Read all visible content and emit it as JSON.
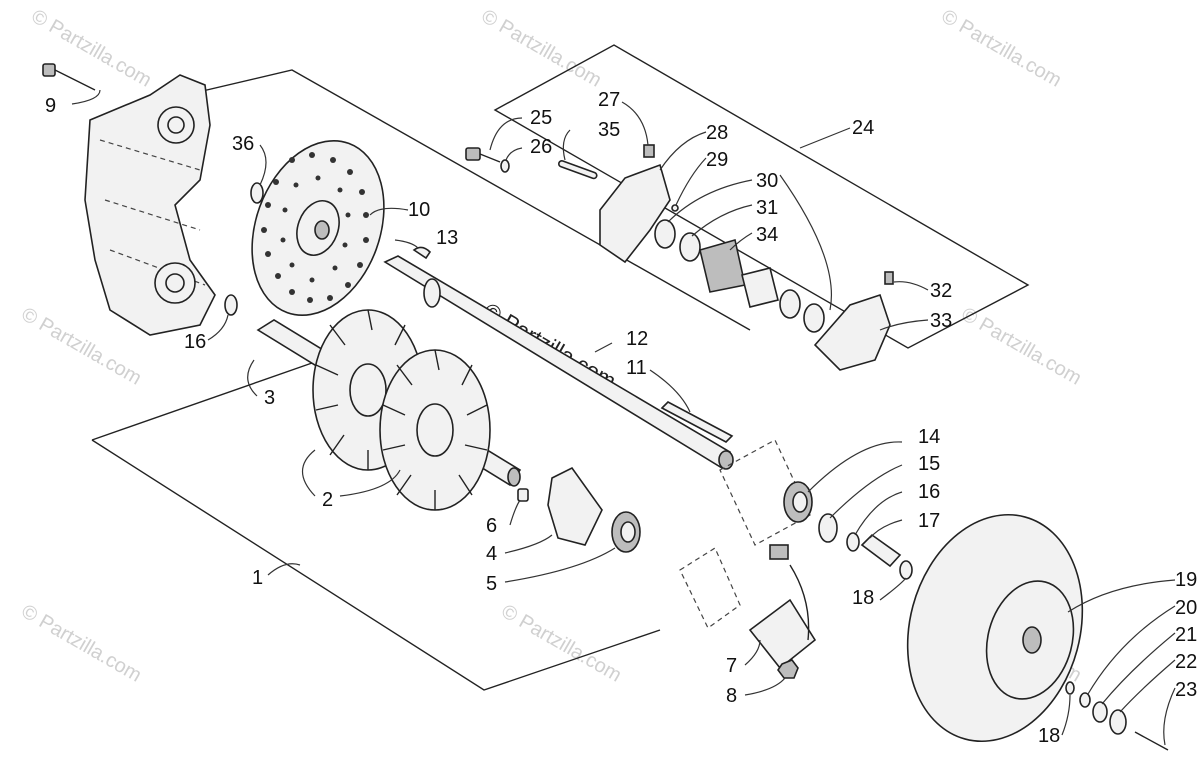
{
  "watermark": {
    "corner_text": "© Partzilla.com",
    "center_text": "© Partzilla.com"
  },
  "callouts": [
    "1",
    "2",
    "3",
    "4",
    "5",
    "6",
    "7",
    "8",
    "9",
    "10",
    "11",
    "12",
    "13",
    "14",
    "15",
    "16",
    "16",
    "17",
    "18",
    "18",
    "19",
    "20",
    "21",
    "22",
    "23",
    "24",
    "25",
    "26",
    "27",
    "28",
    "29",
    "30",
    "31",
    "32",
    "33",
    "34",
    "35",
    "36"
  ],
  "labels": {
    "c1": "1",
    "c2": "2",
    "c3": "3",
    "c4": "4",
    "c5": "5",
    "c6": "6",
    "c7": "7",
    "c8": "8",
    "c9": "9",
    "c10": "10",
    "c11": "11",
    "c12": "12",
    "c13": "13",
    "c14": "14",
    "c15": "15",
    "c16a": "16",
    "c16b": "16",
    "c17": "17",
    "c18a": "18",
    "c18b": "18",
    "c19": "19",
    "c20": "20",
    "c21": "21",
    "c22": "22",
    "c23": "23",
    "c24": "24",
    "c25": "25",
    "c26": "26",
    "c27": "27",
    "c28": "28",
    "c29": "29",
    "c30": "30",
    "c31": "31",
    "c32": "32",
    "c33": "33",
    "c34": "34",
    "c35": "35",
    "c36": "36"
  }
}
